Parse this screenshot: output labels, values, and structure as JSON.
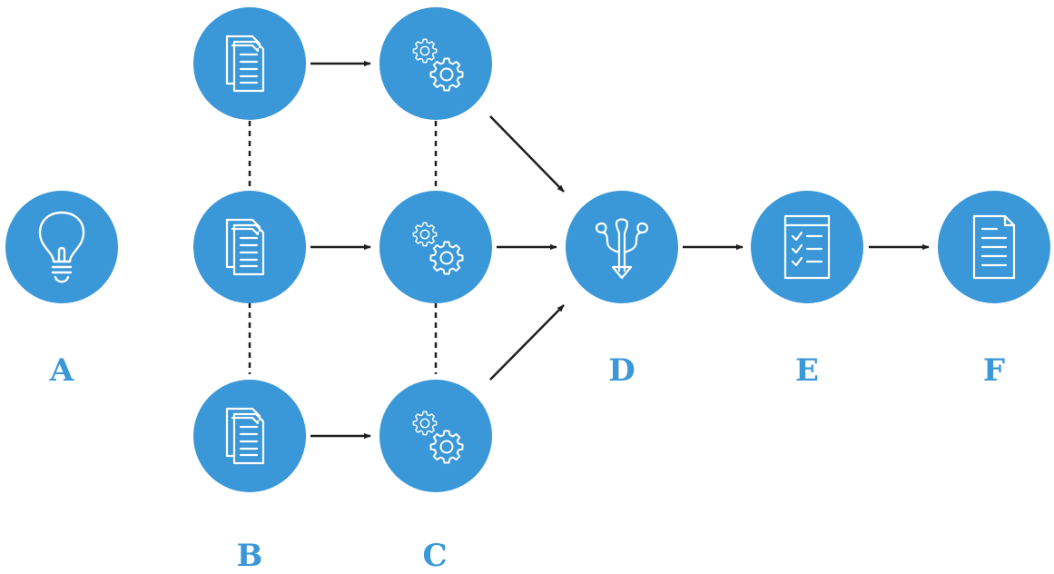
{
  "colors": {
    "node_fill": "#3a97d8",
    "icon_stroke": "#ffffff",
    "arrow": "#1f1f1f",
    "label": "#3a97d8"
  },
  "labels": {
    "a": "A",
    "b": "B",
    "c": "C",
    "d": "D",
    "e": "E",
    "f": "F"
  },
  "nodes": {
    "a": {
      "icon": "lightbulb-icon"
    },
    "b": {
      "icon": "documents-icon",
      "count": 3
    },
    "c": {
      "icon": "gears-icon",
      "count": 3
    },
    "d": {
      "icon": "merge-icon"
    },
    "e": {
      "icon": "checklist-icon"
    },
    "f": {
      "icon": "document-icon"
    }
  }
}
